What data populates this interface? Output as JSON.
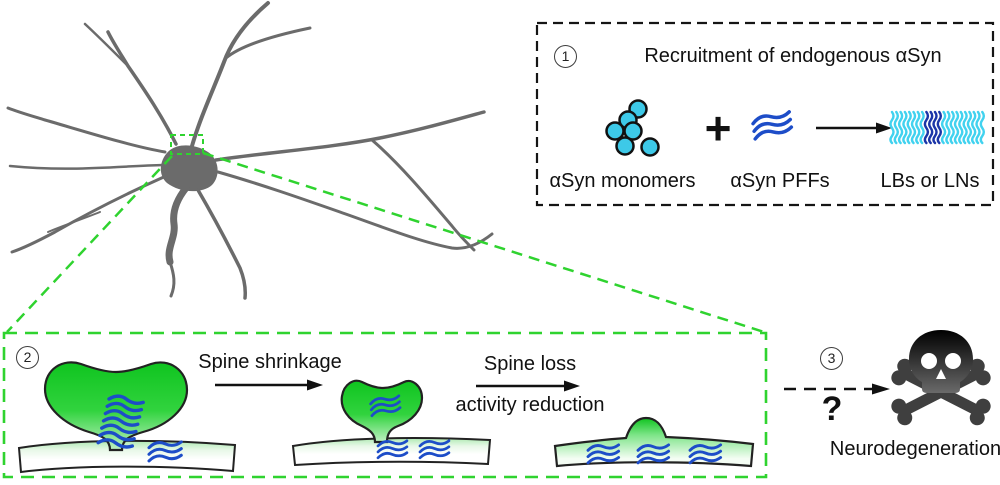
{
  "step1": {
    "number": "1",
    "title": "Recruitment of endogenous αSyn",
    "plus_sign": "+",
    "monomers_label": "αSyn monomers",
    "pffs_label": "αSyn PFFs",
    "product_label": "LBs or LNs"
  },
  "step2": {
    "number": "2",
    "transition1_label": "Spine shrinkage",
    "transition2_line1": "Spine loss",
    "transition2_line2": "activity reduction"
  },
  "step3": {
    "number": "3",
    "question_mark": "?",
    "outcome_label": "Neurodegeneration"
  },
  "colors": {
    "accent_green": "#2fd32f",
    "neuron_gray": "#6b6b6b",
    "monomer_cyan": "#3dc9e8",
    "fibril_blue": "#1d4dc8",
    "bundle_cyan": "#41d2ef",
    "bundle_dark_blue": "#1b35a8",
    "spine_green": "#0fc41f",
    "outline_black": "#1a1a1a"
  },
  "icons": {
    "neuron": "neuron-illustration",
    "zoom_region": "zoom-region-box",
    "monomers": "monomer-cluster-icon",
    "pffs": "pff-fibril-icon",
    "bundle": "fibril-bundle-icon",
    "spine_large": "spine-large-icon",
    "spine_shrunken": "spine-shrunken-icon",
    "spine_lost": "spine-lost-icon",
    "skull": "skull-crossbones-icon"
  }
}
